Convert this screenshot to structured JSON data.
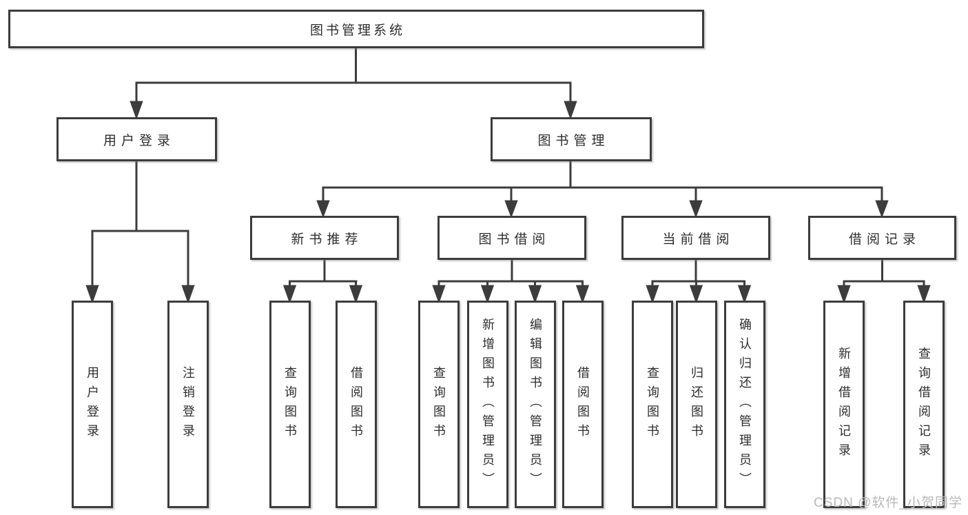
{
  "diagram": {
    "type": "hierarchy",
    "tree": {
      "label": "图书管理系统",
      "children": [
        {
          "label": "用户登录",
          "children": [
            {
              "label": "用户登录"
            },
            {
              "label": "注销登录"
            }
          ]
        },
        {
          "label": "图书管理",
          "children": [
            {
              "label": "新书推荐",
              "children": [
                {
                  "label": "查询图书"
                },
                {
                  "label": "借阅图书"
                }
              ]
            },
            {
              "label": "图书借阅",
              "children": [
                {
                  "label": "查询图书"
                },
                {
                  "label": "新增图书（管理员）"
                },
                {
                  "label": "编辑图书（管理员）"
                },
                {
                  "label": "借阅图书"
                }
              ]
            },
            {
              "label": "当前借阅",
              "children": [
                {
                  "label": "查询图书"
                },
                {
                  "label": "归还图书"
                },
                {
                  "label": "确认归还（管理员）"
                }
              ]
            },
            {
              "label": "借阅记录",
              "children": [
                {
                  "label": "新增借阅记录"
                },
                {
                  "label": "查询借阅记录"
                }
              ]
            }
          ]
        }
      ]
    }
  },
  "watermark": {
    "text": "CSDN @软件_小贺同学"
  },
  "colors": {
    "line": "#3c3c3c",
    "box_border": "#3c3c3c",
    "text": "#2e2e2e",
    "background": "#ffffff",
    "watermark": "#b9b9b9"
  }
}
